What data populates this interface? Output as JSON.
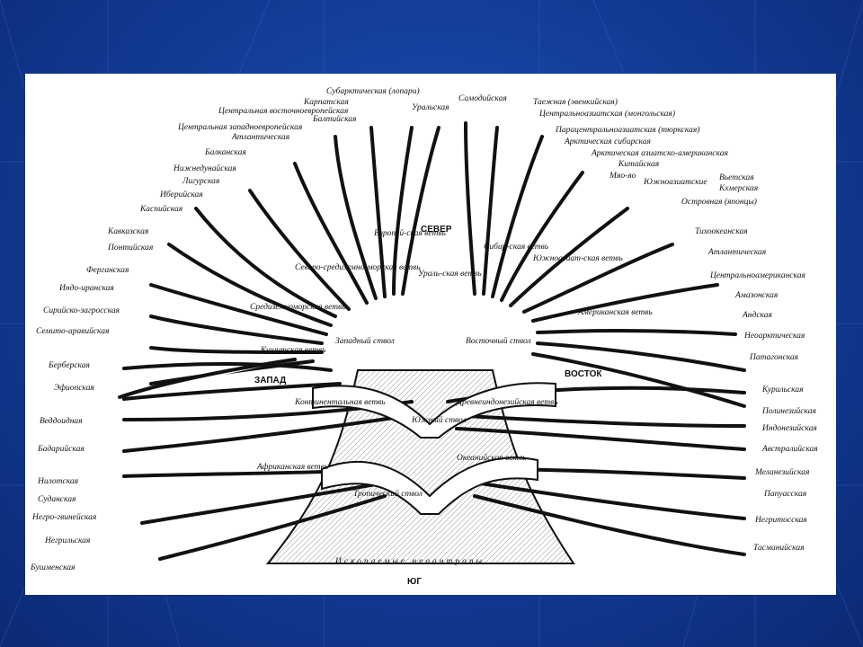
{
  "directions": {
    "north": "СЕВЕР",
    "west": "ЗАПАД",
    "east": "ВОСТОК",
    "south": "ЮГ"
  },
  "trunks": {
    "west": "Западный ствол",
    "east": "Восточный ствол",
    "south": "Южный ствол",
    "tropical": "Тропический ствол"
  },
  "branches": {
    "european": "Европей-ская ветвь",
    "ural": "Ураль-ская ветвь",
    "siberian": "Сибир-ская ветвь",
    "south_asian": "Южноазиат-ская ветвь",
    "american": "Американская ветвь",
    "mediterranean": "Средиземноморская ветвь",
    "north_mediterranean": "Северо-средиземно-морская ветвь",
    "kushitic": "Кушитская ветвь",
    "continental": "Континентальная ветвь",
    "ancient_indonesian": "Древнеиндонезийская ветвь",
    "african": "Африканская ветвь",
    "oceanic": "Океанийская ветвь"
  },
  "fossil_label": "Ископаемые неоантропы",
  "labels_left": [
    "Субарктическая (лопари)",
    "Карпатская",
    "Центральная восточноевропейская",
    "Балтийская",
    "Центральная западноевропейская",
    "Атлантическая",
    "Балканская",
    "Нижнедунайская",
    "Лигурская",
    "Иберийская",
    "Каспийская",
    "Кавказская",
    "Понтийская",
    "Ферганская",
    "Индо-иранская",
    "Сирийско-загросская",
    "Семито-аравийская",
    "Берберская",
    "Эфиопская",
    "Веддоидная",
    "Бадарийская",
    "Нилотская",
    "Суданская",
    "Негро-гвинейская",
    "Негрильская",
    "Бушменская"
  ],
  "labels_top": [
    "Уральская",
    "Самодийская",
    "Таежная (эвенкийская)",
    "Центральноазиатская (монгольская)",
    "Парацентральноазиатская (тюркская)",
    "Арктическая сибирская",
    "Арктическая азиатско-американская",
    "Китайская",
    "Мяо-яо",
    "Южноазиатские",
    "Вьетская",
    "Кхмерская",
    "Островная (японцы)"
  ],
  "labels_right": [
    "Тихоокеанская",
    "Атлантическая",
    "Центральноамериканская",
    "Амазонская",
    "Андская",
    "Неоарктическая",
    "Патагонская",
    "Курильская",
    "Полинезийская",
    "Индонезийская",
    "Австралийская",
    "Меланезийская",
    "Папуасская",
    "Негритосская",
    "Тасманийская"
  ]
}
